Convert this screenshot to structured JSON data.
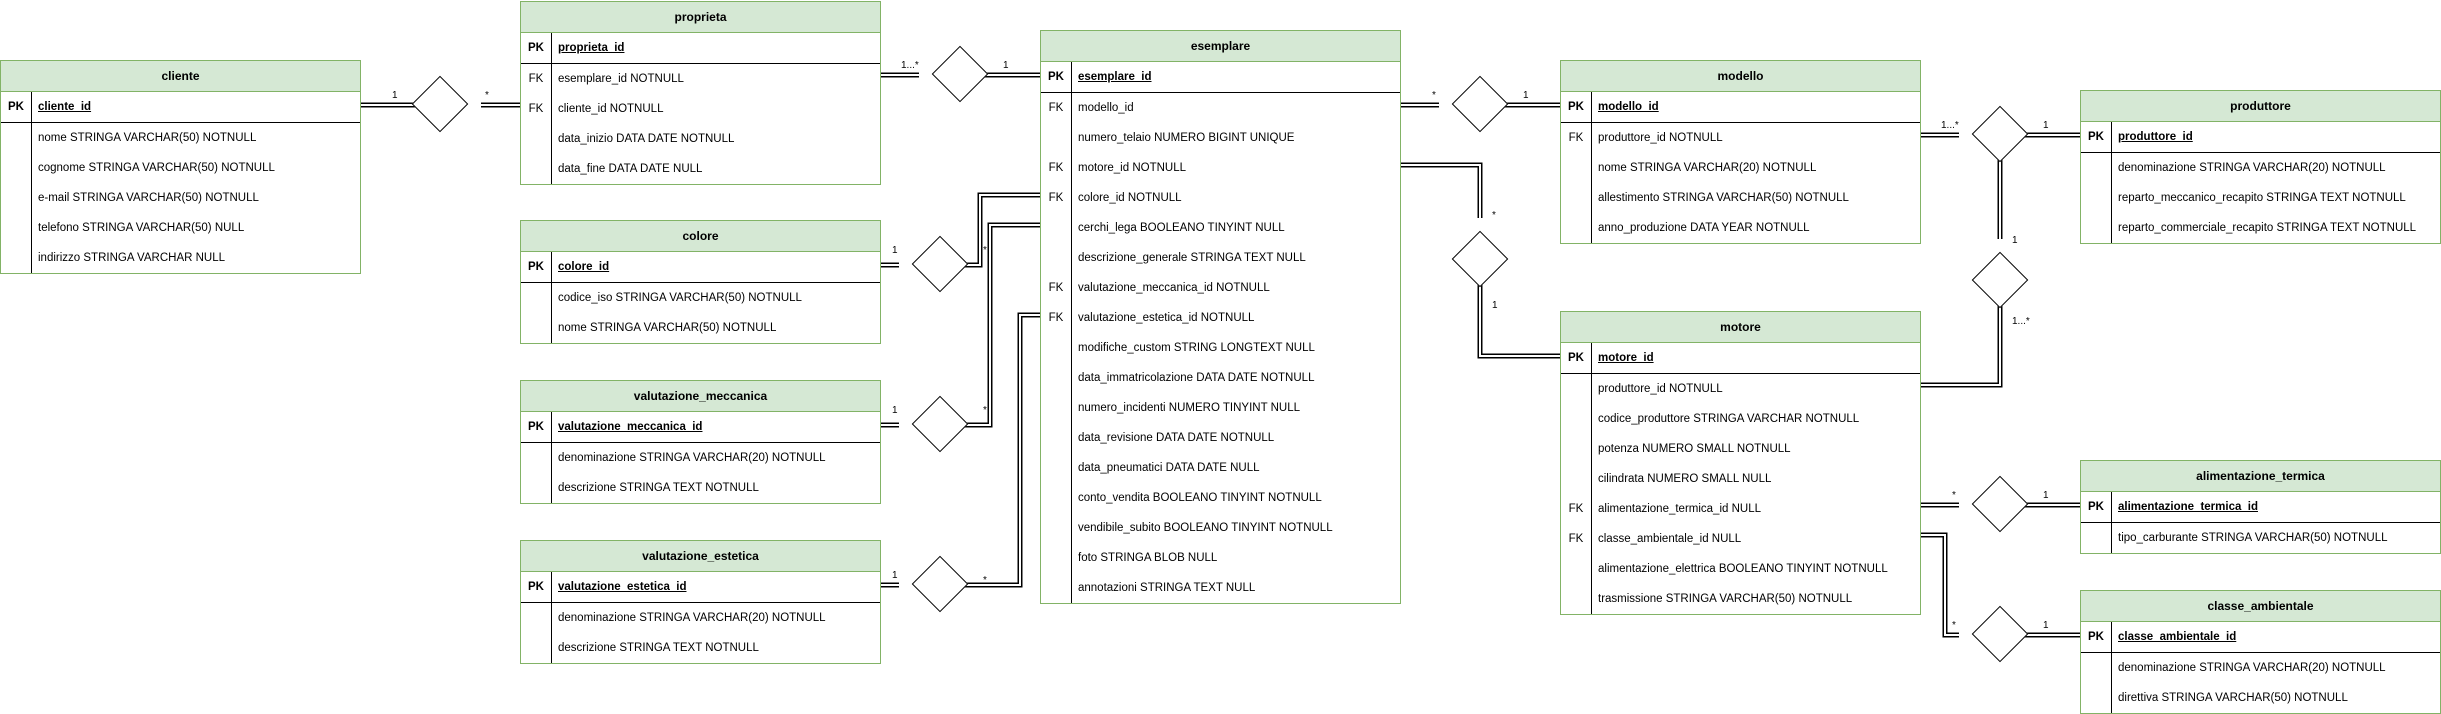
{
  "entities": [
    {
      "id": "cliente",
      "title": "cliente",
      "rows": [
        {
          "key": "PK",
          "text": "cliente_id"
        },
        {
          "key": "",
          "text": "nome STRINGA VARCHAR(50) NOTNULL"
        },
        {
          "key": "",
          "text": "cognome STRINGA VARCHAR(50) NOTNULL"
        },
        {
          "key": "",
          "text": "e-mail STRINGA VARCHAR(50) NOTNULL"
        },
        {
          "key": "",
          "text": "telefono STRINGA VARCHAR(50) NULL"
        },
        {
          "key": "",
          "text": "indirizzo STRINGA VARCHAR NULL"
        }
      ]
    },
    {
      "id": "proprieta",
      "title": "proprieta",
      "rows": [
        {
          "key": "PK",
          "text": "proprieta_id"
        },
        {
          "key": "FK",
          "text": "esemplare_id NOTNULL"
        },
        {
          "key": "FK",
          "text": "cliente_id NOTNULL"
        },
        {
          "key": "",
          "text": "data_inizio DATA DATE NOTNULL"
        },
        {
          "key": "",
          "text": "data_fine DATA DATE NULL"
        }
      ]
    },
    {
      "id": "colore",
      "title": "colore",
      "rows": [
        {
          "key": "PK",
          "text": "colore_id"
        },
        {
          "key": "",
          "text": "codice_iso STRINGA VARCHAR(50) NOTNULL"
        },
        {
          "key": "",
          "text": "nome STRINGA VARCHAR(50) NOTNULL"
        }
      ]
    },
    {
      "id": "valutazione_meccanica",
      "title": "valutazione_meccanica",
      "rows": [
        {
          "key": "PK",
          "text": "valutazione_meccanica_id"
        },
        {
          "key": "",
          "text": "denominazione STRINGA VARCHAR(20) NOTNULL"
        },
        {
          "key": "",
          "text": "descrizione STRINGA TEXT NOTNULL"
        }
      ]
    },
    {
      "id": "valutazione_estetica",
      "title": "valutazione_estetica",
      "rows": [
        {
          "key": "PK",
          "text": "valutazione_estetica_id"
        },
        {
          "key": "",
          "text": "denominazione STRINGA VARCHAR(20) NOTNULL"
        },
        {
          "key": "",
          "text": "descrizione STRINGA TEXT NOTNULL"
        }
      ]
    },
    {
      "id": "esemplare",
      "title": "esemplare",
      "rows": [
        {
          "key": "PK",
          "text": "esemplare_id"
        },
        {
          "key": "FK",
          "text": "modello_id"
        },
        {
          "key": "",
          "text": "numero_telaio NUMERO BIGINT UNIQUE"
        },
        {
          "key": "FK",
          "text": "motore_id NOTNULL"
        },
        {
          "key": "FK",
          "text": "colore_id NOTNULL"
        },
        {
          "key": "",
          "text": "cerchi_lega BOOLEANO TINYINT NULL"
        },
        {
          "key": "",
          "text": "descrizione_generale STRINGA TEXT NULL"
        },
        {
          "key": "FK",
          "text": "valutazione_meccanica_id NOTNULL"
        },
        {
          "key": "FK",
          "text": "valutazione_estetica_id  NOTNULL"
        },
        {
          "key": "",
          "text": "modifiche_custom STRING LONGTEXT NULL"
        },
        {
          "key": "",
          "text": "data_immatricolazione DATA DATE NOTNULL"
        },
        {
          "key": "",
          "text": "numero_incidenti NUMERO TINYINT NULL"
        },
        {
          "key": "",
          "text": "data_revisione DATA DATE NOTNULL"
        },
        {
          "key": "",
          "text": "data_pneumatici DATA DATE NULL"
        },
        {
          "key": "",
          "text": "conto_vendita BOOLEANO TINYINT NOTNULL"
        },
        {
          "key": "",
          "text": "vendibile_subito BOOLEANO TINYINT NOTNULL"
        },
        {
          "key": "",
          "text": "foto STRINGA BLOB NULL"
        },
        {
          "key": "",
          "text": "annotazioni STRINGA TEXT NULL"
        }
      ]
    },
    {
      "id": "modello",
      "title": "modello",
      "rows": [
        {
          "key": "PK",
          "text": "modello_id"
        },
        {
          "key": "FK",
          "text": "produttore_id NOTNULL"
        },
        {
          "key": "",
          "text": "nome STRINGA VARCHAR(20) NOTNULL"
        },
        {
          "key": "",
          "text": "allestimento STRINGA VARCHAR(50) NOTNULL"
        },
        {
          "key": "",
          "text": "anno_produzione DATA YEAR NOTNULL"
        }
      ]
    },
    {
      "id": "motore",
      "title": "motore",
      "rows": [
        {
          "key": "PK",
          "text": "motore_id"
        },
        {
          "key": "",
          "text": "produttore_id NOTNULL"
        },
        {
          "key": "",
          "text": "codice_produttore STRINGA VARCHAR NOTNULL"
        },
        {
          "key": "",
          "text": "potenza NUMERO SMALL NOTNULL"
        },
        {
          "key": "",
          "text": "cilindrata NUMERO SMALL NULL"
        },
        {
          "key": "FK",
          "text": "alimentazione_termica_id NULL"
        },
        {
          "key": "FK",
          "text": "classe_ambientale_id NULL"
        },
        {
          "key": "",
          "text": "alimentazione_elettrica BOOLEANO TINYINT NOTNULL"
        },
        {
          "key": "",
          "text": "trasmissione STRINGA VARCHAR(50) NOTNULL"
        }
      ]
    },
    {
      "id": "produttore",
      "title": "produttore",
      "rows": [
        {
          "key": "PK",
          "text": "produttore_id"
        },
        {
          "key": "",
          "text": "denominazione STRINGA VARCHAR(20) NOTNULL"
        },
        {
          "key": "",
          "text": "reparto_meccanico_recapito STRINGA TEXT NOTNULL"
        },
        {
          "key": "",
          "text": "reparto_commerciale_recapito STRINGA TEXT NOTNULL"
        }
      ]
    },
    {
      "id": "alimentazione_termica",
      "title": "alimentazione_termica",
      "rows": [
        {
          "key": "PK",
          "text": "alimentazione_termica_id"
        },
        {
          "key": "",
          "text": "tipo_carburante STRINGA VARCHAR(50) NOTNULL"
        }
      ]
    },
    {
      "id": "classe_ambientale",
      "title": "classe_ambientale",
      "rows": [
        {
          "key": "PK",
          "text": "classe_ambientale_id"
        },
        {
          "key": "",
          "text": "denominazione STRINGA VARCHAR(20) NOTNULL"
        },
        {
          "key": "",
          "text": "direttiva STRINGA VARCHAR(50) NOTNULL"
        }
      ]
    }
  ],
  "relationships": [
    {
      "id": "cliente-proprieta",
      "cards": [
        "1",
        "*"
      ]
    },
    {
      "id": "proprieta-esemplare",
      "cards": [
        "1...*",
        "1"
      ]
    },
    {
      "id": "colore-esemplare",
      "cards": [
        "1",
        "*"
      ]
    },
    {
      "id": "valmecc-esemplare",
      "cards": [
        "1",
        "*"
      ]
    },
    {
      "id": "valest-esemplare",
      "cards": [
        "1",
        "*"
      ]
    },
    {
      "id": "esemplare-modello",
      "cards": [
        "*",
        "1"
      ]
    },
    {
      "id": "esemplare-motore",
      "cards": [
        "*",
        "1"
      ]
    },
    {
      "id": "modello-produttore",
      "cards": [
        "1...*",
        "1"
      ]
    },
    {
      "id": "motore-produttore",
      "cards": [
        "1",
        "1...*"
      ]
    },
    {
      "id": "motore-alimentazione",
      "cards": [
        "*",
        "1"
      ]
    },
    {
      "id": "motore-classe",
      "cards": [
        "*",
        "1"
      ]
    }
  ]
}
